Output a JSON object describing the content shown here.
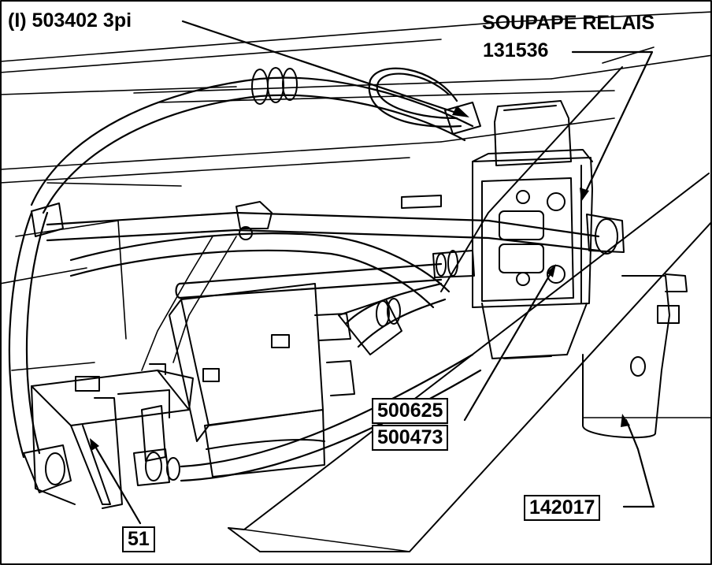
{
  "labels": {
    "top_left": "(I) 503402 3pi",
    "relay_title": "SOUPAPE RELAIS",
    "relay_part": "131536",
    "part_a": "500625",
    "part_b": "500473",
    "part_c": "142017",
    "part_d": "51"
  },
  "colors": {
    "line": "#000000",
    "background": "#ffffff",
    "shade": "#d9d9d9"
  }
}
